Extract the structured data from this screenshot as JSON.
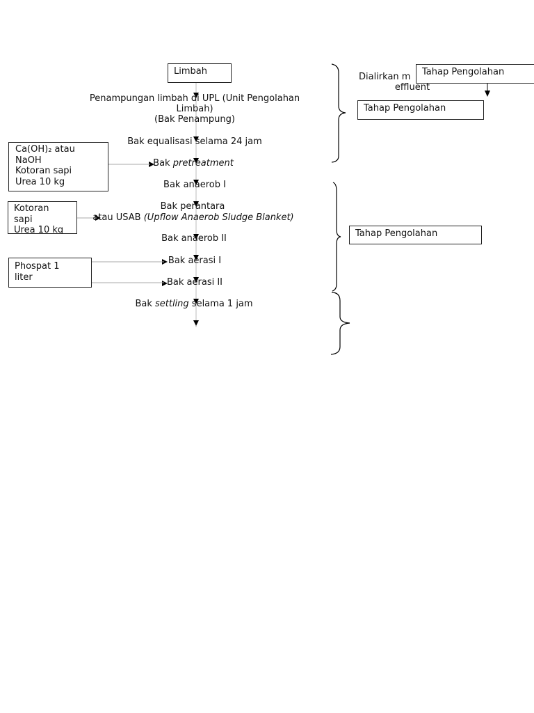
{
  "flow": {
    "start": "Limbah",
    "steps": {
      "penampungan_1": "Penampungan limbah di UPL (Unit Pengolahan",
      "penampungan_2": "Limbah)",
      "penampungan_3": "(Bak Penampung)",
      "equalisasi": "Bak equalisasi selama 24 jam",
      "pretreatment_prefix": "Bak ",
      "pretreatment_italic": "pretreatment",
      "anaerob1": "Bak anaerob I",
      "perantara": "Bak perantara",
      "usab_prefix": "atau USAB ",
      "usab_italic": "(Upflow Anaerob Sludge Blanket)",
      "anaerob2": "Bak anaerob II",
      "aerasi1": "Bak aerasi I",
      "aerasi2": "Bak aerasi II",
      "settling_prefix": "Bak ",
      "settling_italic": "settling",
      "settling_suffix": " selama 1 jam"
    }
  },
  "inputs": {
    "chemical": [
      "Ca(OH)₂ atau",
      "NaOH",
      "Kotoran sapi",
      "Urea 10 kg"
    ],
    "manure": [
      "Kotoran",
      "sapi",
      "Urea 10 kg"
    ],
    "phosphate": [
      "Phospat 1",
      "liter"
    ]
  },
  "side": {
    "dialirkan": "Dialirkan m",
    "effluent": "effluent",
    "stage_top": "Tahap Pengolahan",
    "stage_1": "Tahap Pengolahan",
    "stage_2": "Tahap Pengolahan"
  }
}
